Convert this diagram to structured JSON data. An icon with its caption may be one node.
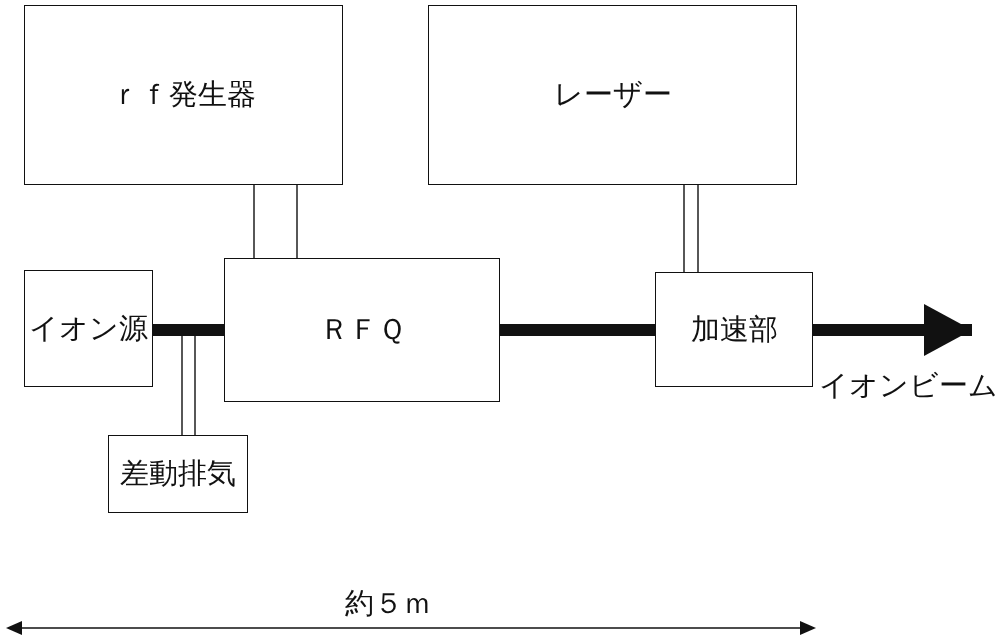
{
  "diagram": {
    "nodes": [
      {
        "text": [
          "ｒｆ発生器"
        ]
      },
      {
        "text": [
          "レーザー"
        ]
      },
      {
        "text": [
          "イオン源"
        ]
      },
      {
        "text": [
          "ＲＦＱ"
        ]
      },
      {
        "text": [
          "加速部"
        ]
      },
      {
        "text": [
          "差動排気"
        ]
      }
    ],
    "edges": [
      {
        "from": 0,
        "to": 3,
        "arrow": "none"
      },
      {
        "from": 1,
        "to": 4,
        "arrow": "none"
      },
      {
        "from": 2,
        "to": 3,
        "arrow": "none",
        "style": "thick"
      },
      {
        "from": 3,
        "to": 4,
        "arrow": "none",
        "style": "thick"
      },
      {
        "from": 4,
        "to": null,
        "arrow": "to",
        "style": "thick",
        "label": "イオンビーム"
      },
      {
        "from": 5,
        "to": null,
        "arrow": "none"
      }
    ],
    "labels": [
      "約５ｍ"
    ]
  }
}
